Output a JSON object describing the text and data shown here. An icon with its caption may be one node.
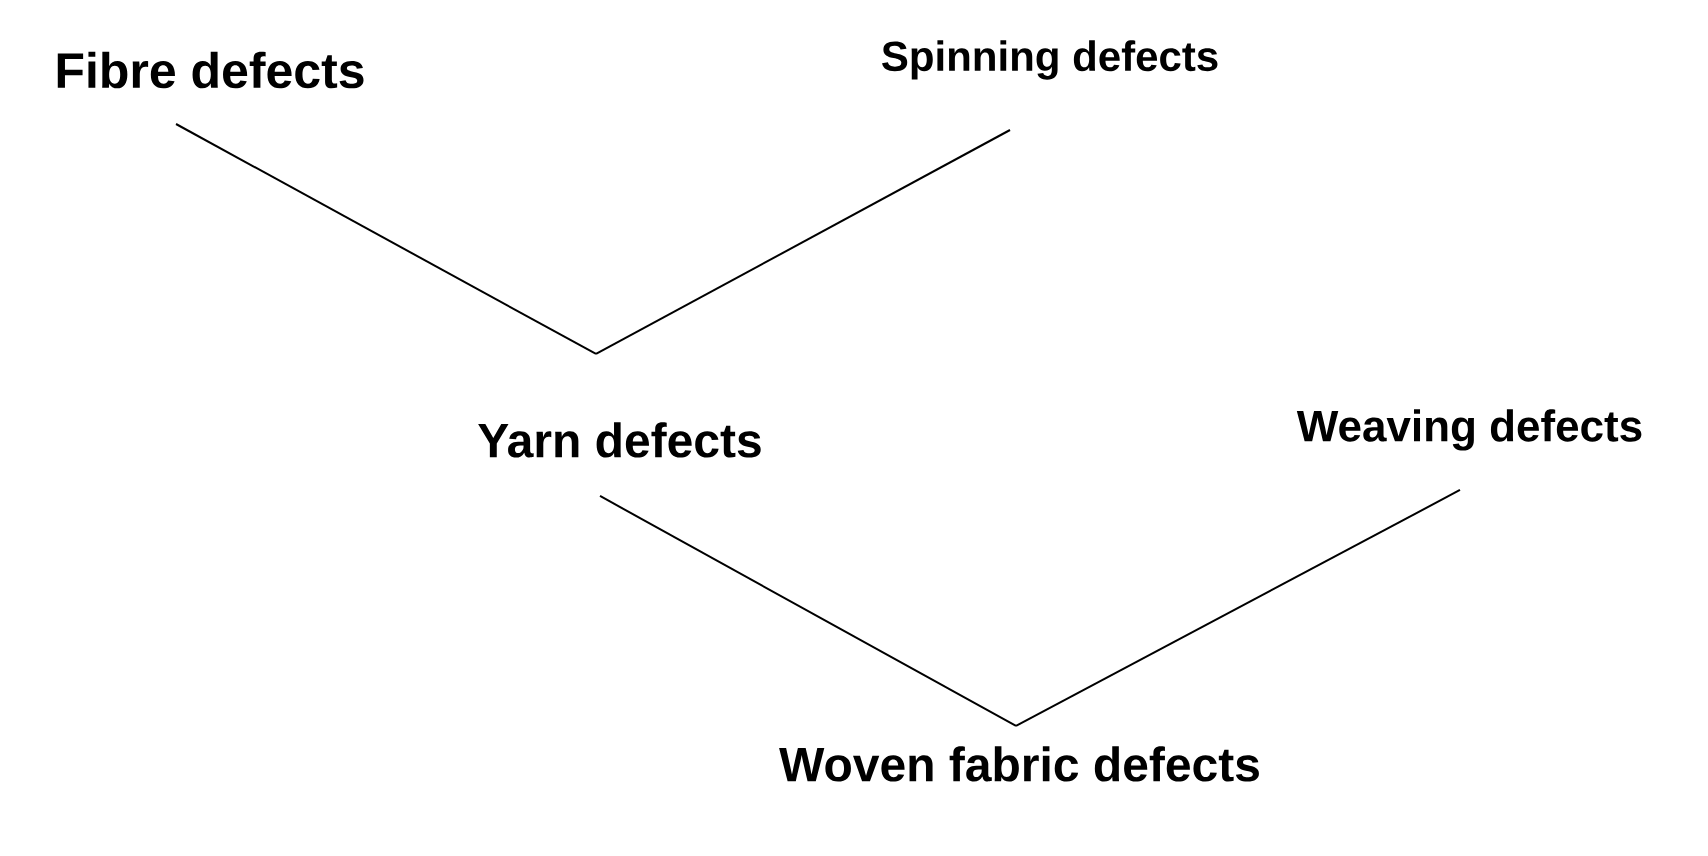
{
  "diagram": {
    "nodes": [
      {
        "text": [
          "Fibre defects"
        ]
      },
      {
        "text": [
          "Spinning defects"
        ]
      },
      {
        "text": [
          "Yarn defects"
        ]
      },
      {
        "text": [
          "Weaving defects"
        ]
      },
      {
        "text": [
          "Woven fabric defects"
        ]
      }
    ],
    "edges": [
      {
        "from": 0,
        "to": 2,
        "arrow": "none"
      },
      {
        "from": 1,
        "to": 2,
        "arrow": "none"
      },
      {
        "from": 2,
        "to": 4,
        "arrow": "none"
      },
      {
        "from": 3,
        "to": 4,
        "arrow": "none"
      }
    ]
  }
}
